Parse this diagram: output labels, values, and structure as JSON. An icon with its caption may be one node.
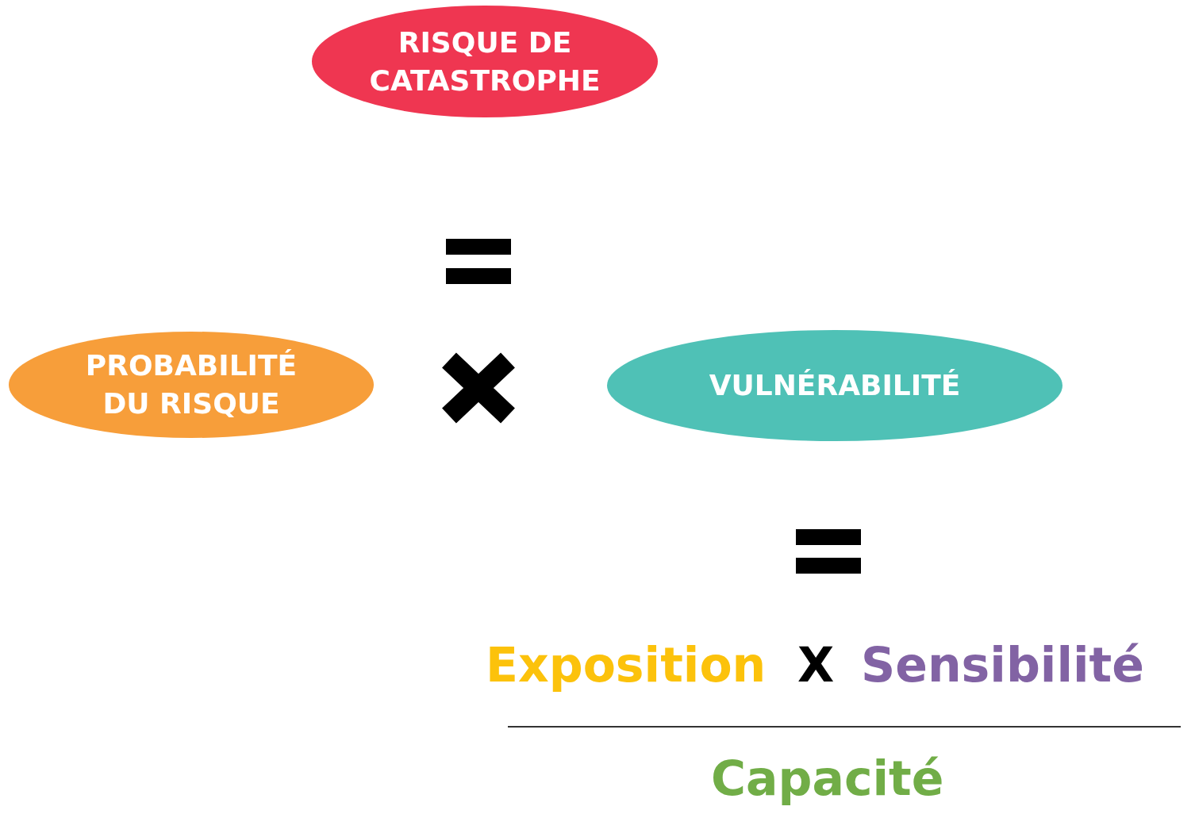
{
  "diagram": {
    "nodes": [
      {
        "text": [
          "RISQUE DE CATASTROPHE"
        ]
      },
      {
        "text": [
          "PROBABILITÉ DU RISQUE"
        ]
      },
      {
        "text": [
          "VULNÉRABILITÉ"
        ]
      }
    ],
    "labels": [
      "Exposition",
      "X",
      "Sensibilité",
      "Capacité"
    ]
  }
}
